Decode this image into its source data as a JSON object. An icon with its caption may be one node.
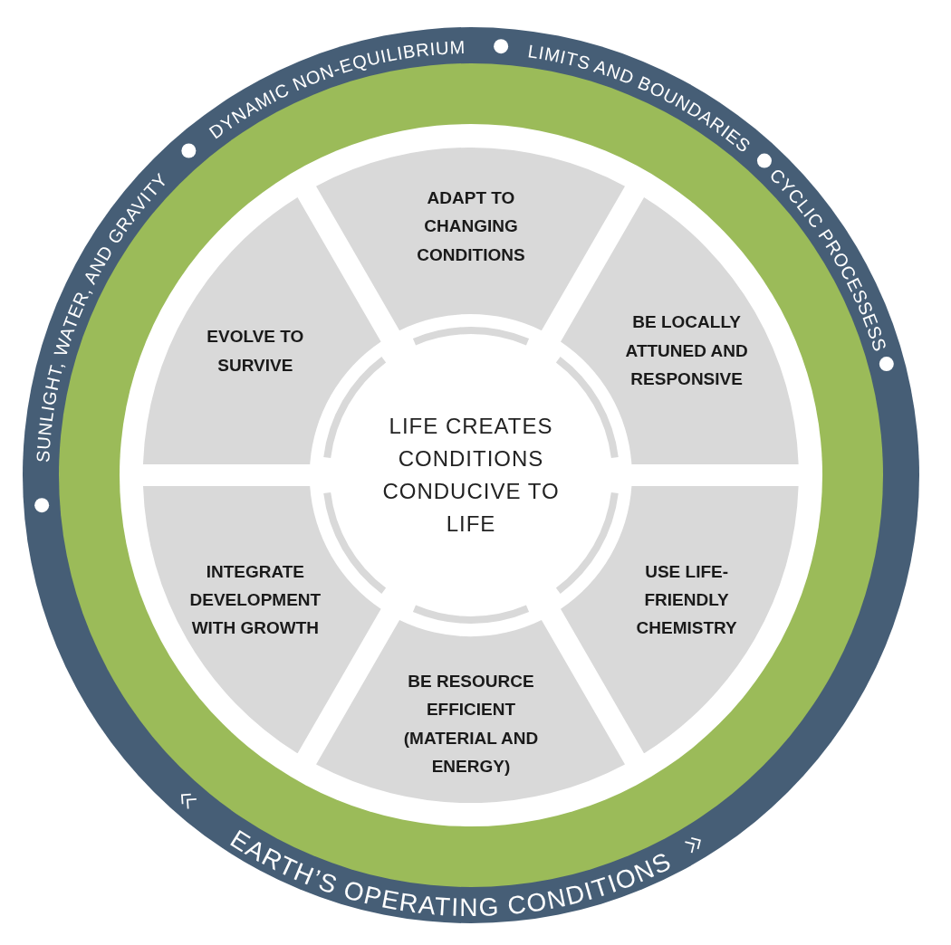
{
  "diagram": {
    "nodes": [
      {
        "text": [
          "EARTH’S OPERATING CONDITIONS",
          "SUNLIGHT, WATER, AND GRAVITY",
          "DYNAMIC NON-EQUILIBRIUM",
          "LIMITS AND BOUNDARIES",
          "CYCLIC PROCESSESS"
        ]
      },
      {
        "text": [
          "LIFE CREATES CONDITIONS CONDUCIVE TO LIFE"
        ],
        "in": 0
      },
      {
        "text": [
          "ADAPT TO CHANGING CONDITIONS"
        ],
        "in": 0
      },
      {
        "text": [
          "BE LOCALLY ATTUNED AND RESPONSIVE"
        ],
        "in": 0
      },
      {
        "text": [
          "USE LIFE-FRIENDLY CHEMISTRY"
        ],
        "in": 0
      },
      {
        "text": [
          "BE RESOURCE EFFICIENT (MATERIAL AND ENERGY)"
        ],
        "in": 0
      },
      {
        "text": [
          "INTEGRATE DEVELOPMENT WITH GROWTH"
        ],
        "in": 0
      },
      {
        "text": [
          "EVOLVE TO SURVIVE"
        ],
        "in": 0
      }
    ]
  }
}
